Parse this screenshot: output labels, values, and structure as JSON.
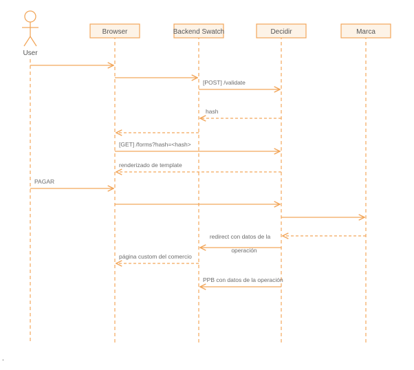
{
  "colors": {
    "line": "#f2a65a",
    "box_fill": "#fdf3e7",
    "text": "#555555"
  },
  "actor": {
    "label": "User",
    "icon": "stick-figure-icon"
  },
  "participants": [
    {
      "key": "browser",
      "label": "Browser"
    },
    {
      "key": "backend",
      "label": "Backend Swatch"
    },
    {
      "key": "decidir",
      "label": "Decidir"
    },
    {
      "key": "marca",
      "label": "Marca"
    }
  ],
  "messages": [
    {
      "from": "user",
      "to": "browser",
      "label": "",
      "dashed": false
    },
    {
      "from": "browser",
      "to": "backend",
      "label": "",
      "dashed": false
    },
    {
      "from": "backend",
      "to": "decidir",
      "label": "[POST] /validate",
      "dashed": false
    },
    {
      "from": "decidir",
      "to": "backend",
      "label": "hash",
      "dashed": true
    },
    {
      "from": "backend",
      "to": "browser",
      "label": "",
      "dashed": true
    },
    {
      "from": "browser",
      "to": "decidir",
      "label": "[GET] /forms?hash=<hash>",
      "dashed": false
    },
    {
      "from": "decidir",
      "to": "browser",
      "label": "renderizado de template",
      "dashed": true
    },
    {
      "from": "user",
      "to": "browser",
      "label": "PAGAR",
      "dashed": false
    },
    {
      "from": "browser",
      "to": "decidir",
      "label": "",
      "dashed": false
    },
    {
      "from": "decidir",
      "to": "marca",
      "label": "",
      "dashed": false
    },
    {
      "from": "marca",
      "to": "decidir",
      "label": "",
      "dashed": true
    },
    {
      "from": "decidir",
      "to": "backend",
      "label": "redirect con datos de la",
      "label2": "operación",
      "dashed": false
    },
    {
      "from": "backend",
      "to": "browser",
      "label": "página custom del comercio",
      "dashed": true
    },
    {
      "from": "decidir",
      "to": "backend",
      "label": "PPB con datos de la operación",
      "dashed": false
    }
  ],
  "footer_mark": "."
}
